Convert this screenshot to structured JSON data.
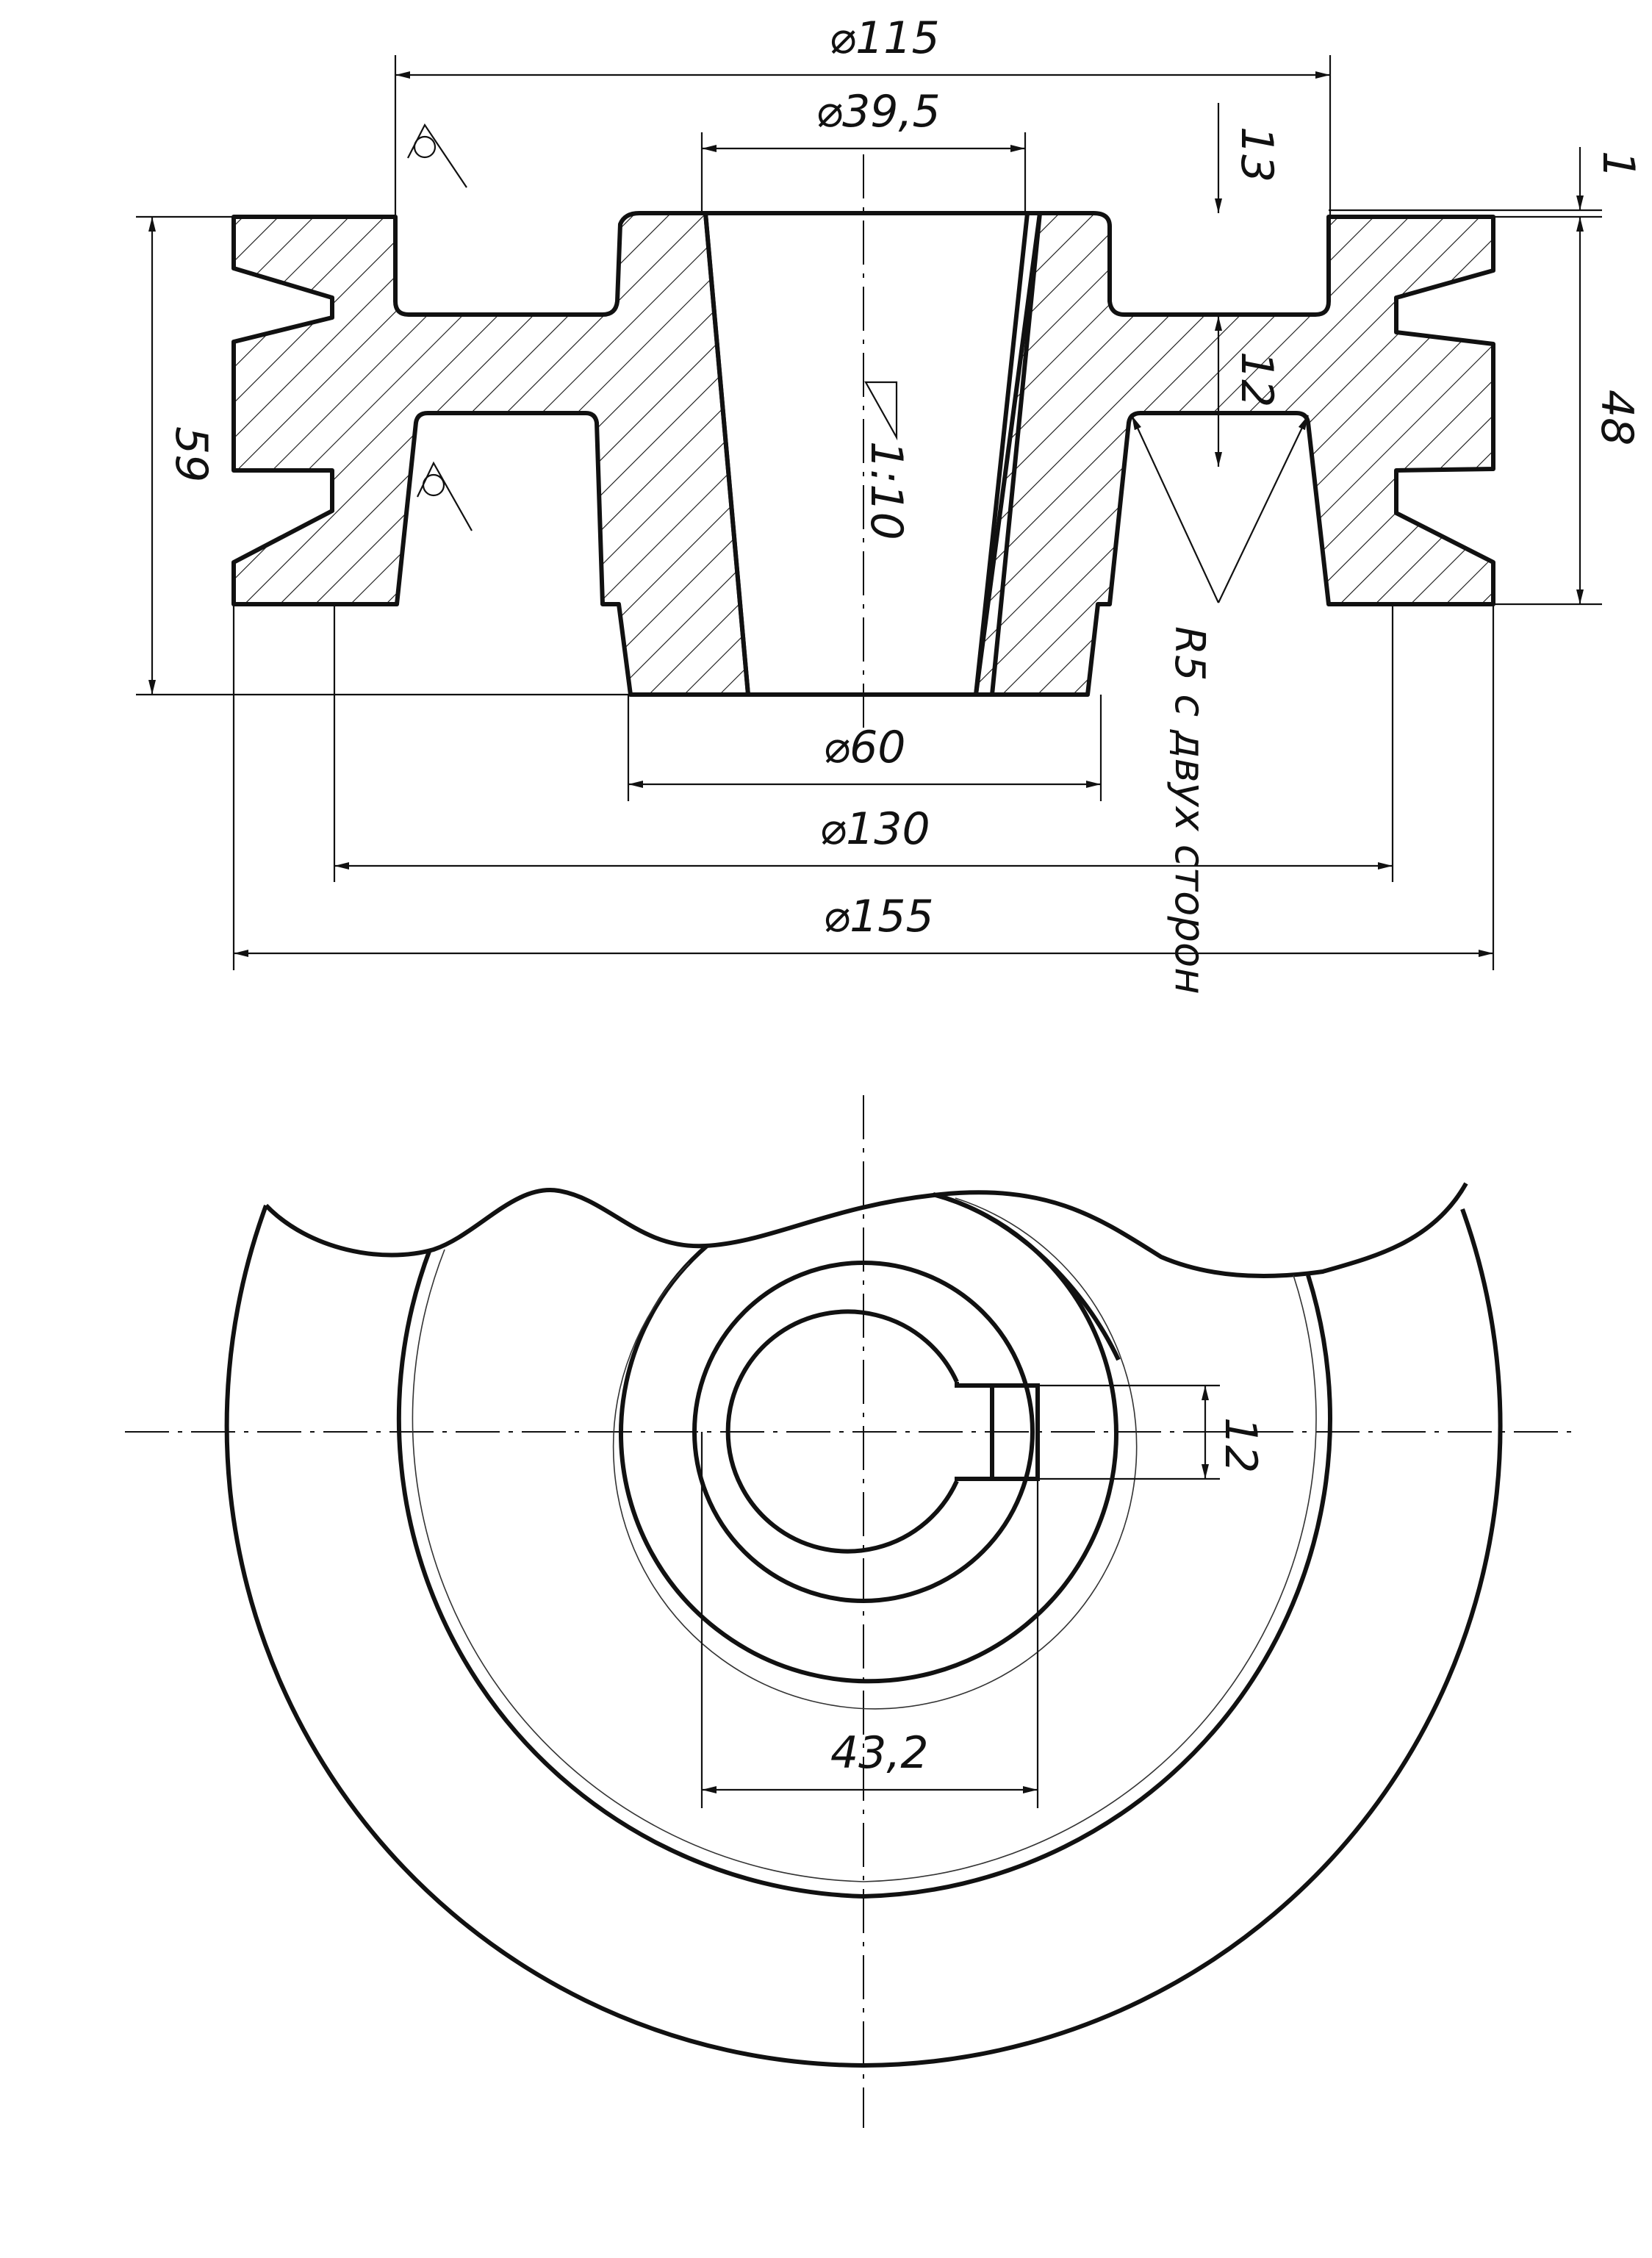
{
  "drawing": {
    "part": "V-belt pulley with tapered bore",
    "views": [
      "section",
      "plan"
    ]
  },
  "section_view": {
    "dimensions": {
      "d_top": "⌀115",
      "d_bore": "⌀39,5",
      "d_hub": "⌀60",
      "d_mid": "⌀130",
      "d_outer": "⌀155",
      "height_total": "59",
      "height_rim": "48",
      "groove_depth": "13",
      "recess_depth": "12",
      "step": "1"
    },
    "taper": "1:10",
    "note": "R5 с двух сторон"
  },
  "plan_view": {
    "dimensions": {
      "keyway_width": "12",
      "hub_bore": "43,2"
    }
  }
}
